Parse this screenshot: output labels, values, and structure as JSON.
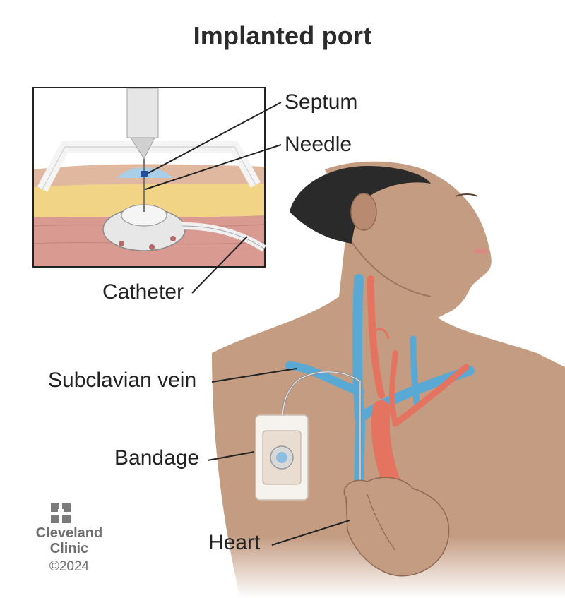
{
  "title": "Implanted port",
  "labels": {
    "septum": "Septum",
    "needle": "Needle",
    "catheter": "Catheter",
    "subclavian_vein": "Subclavian vein",
    "bandage": "Bandage",
    "heart": "Heart"
  },
  "brand": {
    "name_line1": "Cleveland",
    "name_line2": "Clinic",
    "copyright": "©2024"
  },
  "colors": {
    "skin": "#c8a086",
    "vein": "#5aa9d4",
    "artery": "#e4735f",
    "fat": "#f2d486",
    "muscle": "#d99a91",
    "hair": "#2a2a2a"
  }
}
